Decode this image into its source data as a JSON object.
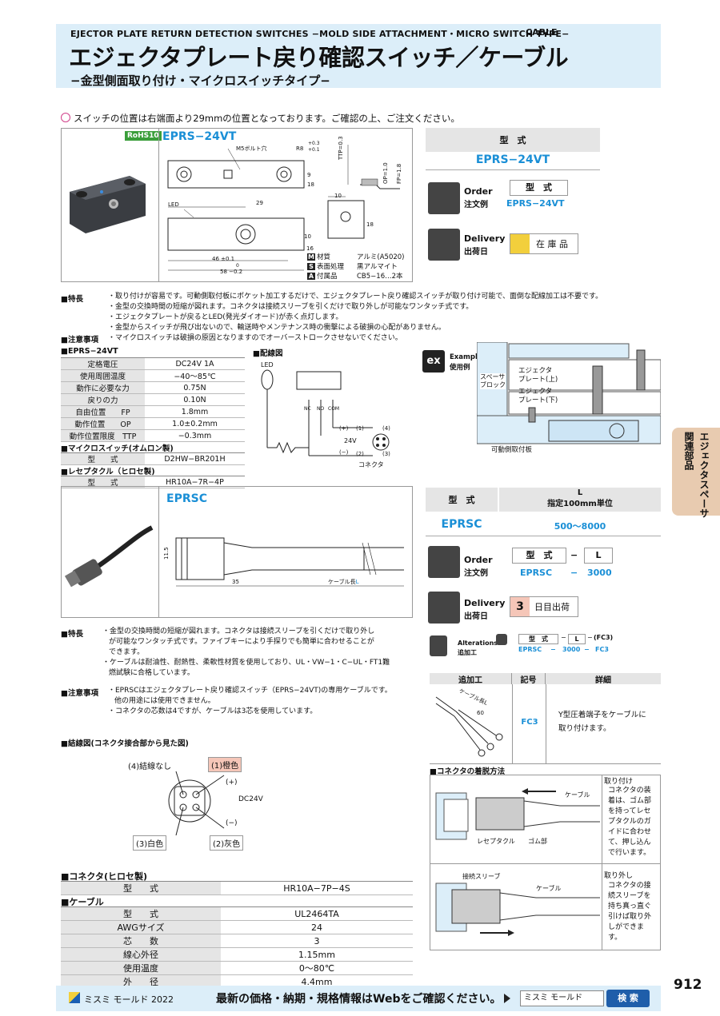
{
  "header": {
    "en_title": "EJECTOR PLATE RETURN DETECTION SWITCHES −MOLD SIDE ATTACHMENT・MICRO SWITCH TYPE−",
    "en_cable": "CABLE",
    "jp_title": "エジェクタプレート戻り確認スイッチ／ケーブル",
    "jp_sub": "−金型側面取り付け・マイクロスイッチタイプ−"
  },
  "note": "スイッチの位置は右端面より29mmの位置となっております。ご確認の上、ご注文ください。",
  "eprs": {
    "rohs": "RoHS10",
    "name": "EPRS−24VT",
    "m5": "M5ボルト穴",
    "r8": "R8",
    "r8tol": "+0.3 +0.1",
    "d9": "9",
    "d18": "18",
    "ttp": "TTP=0.3",
    "op": "OP=1.0",
    "fp": "FP=1.8",
    "d29": "29",
    "led": "LED",
    "d10": "10",
    "d16": "16",
    "d10b": "10",
    "d18b": "18",
    "d46": "46 ±0.1",
    "d58": "58 −0.2",
    "d58sup": "0",
    "mat_rows": [
      {
        "k": "M",
        "l": "材質",
        "v": "アルミ(A5020)"
      },
      {
        "k": "S",
        "l": "表面処理",
        "v": "黒アルマイト"
      },
      {
        "k": "A",
        "l": "付属品",
        "v": "CB5−16…2本"
      }
    ]
  },
  "spec1": {
    "col_title": "型　式",
    "model": "EPRS−24VT",
    "order_label": "Order",
    "order_sub": "注文例",
    "order_head": "型　式",
    "order_val": "EPRS−24VT",
    "delivery_label": "Delivery",
    "delivery_sub": "出荷日",
    "stock": "在 庫 品"
  },
  "features1": {
    "label": "■特長",
    "items": [
      "・取り付けが容易です。可動側取付板にポケット加工するだけで、エジェクタプレート戻り確認スイッチが取り付け可能で、面倒な配線加工は不要です。",
      "・金型の交換時間の短縮が図れます。コネクタは接続スリーブを引くだけで取り外しが可能なワンタッチ式です。",
      "・エジェクタプレートが戻るとLED(発光ダイオード)が赤く点灯します。",
      "・金型からスイッチが飛び出ないので、輸送時やメンテナンス時の衝撃による破損の心配がありません。"
    ],
    "caution_label": "■注意事項",
    "caution": "・マイクロスイッチは破損の原因となりますのでオーバーストロークさせないでください。"
  },
  "spectbl": {
    "title": "■EPRS−24VT",
    "rows": [
      [
        "定格電圧",
        "DC24V 1A"
      ],
      [
        "使用周囲温度",
        "−40〜85℃"
      ],
      [
        "動作に必要な力",
        "0.75N"
      ],
      [
        "戻りの力",
        "0.10N"
      ],
      [
        "自由位置　　FP",
        "1.8mm"
      ],
      [
        "動作位置　　OP",
        "1.0±0.2mm"
      ],
      [
        "動作位置限度　TTP",
        "−0.3mm"
      ]
    ],
    "ms_title": "■マイクロスイッチ(オムロン製)",
    "ms_row": [
      "型　　式",
      "D2HW−BR201H"
    ],
    "rc_title": "■レセプタクル（ヒロセ製)",
    "rc_row": [
      "型　　式",
      "HR10A−7R−4P"
    ]
  },
  "wiring": {
    "title": "■配線図",
    "led": "LED",
    "nc": "NC",
    "no": "NO",
    "com": "COM",
    "plus": "(+)",
    "minus": "(−)",
    "v": "24V",
    "p1": "(1)",
    "p2": "(2)",
    "p3": "(3)",
    "p4": "(4)",
    "conn": "コネクタ"
  },
  "example": {
    "ex": "ex",
    "label": "Example",
    "sub": "使用例",
    "spacer": "スペーサ\nブロック",
    "upper": "エジェクタ\nプレート(上)",
    "lower": "エジェクタ\nプレート(下)",
    "plate": "可動側取付板"
  },
  "side_tab": {
    "l1": "エジェクタスペーサ",
    "l2": "関連部品"
  },
  "eprsc": {
    "name": "EPRSC",
    "d115": "11.5",
    "d35": "35",
    "cable": "ケーブル長",
    "cable_l": "L"
  },
  "spec2": {
    "col1": "型　式",
    "col2_top": "L",
    "col2_sub": "指定100mm単位",
    "model": "EPRSC",
    "range": "500〜8000",
    "order_label": "Order",
    "order_sub": "注文例",
    "oh1": "型　式",
    "oh_dash": "−",
    "oh2": "L",
    "ov1": "EPRSC",
    "ov_dash": "−",
    "ov2": "3000",
    "delivery_label": "Delivery",
    "delivery_sub": "出荷日",
    "days": "3",
    "days_text": "日目出荷",
    "alt_label": "Alterations",
    "alt_sub": "追加工",
    "alt_h1": "型　式",
    "alt_h2": "L",
    "alt_h3": "(FC3)",
    "alt_v1": "EPRSC",
    "alt_v2": "3000",
    "alt_v3": "FC3",
    "alt_dash": "−"
  },
  "features2": {
    "label": "■特長",
    "items": [
      "・金型の交換時間の短縮が図れます。コネクタは接続スリーブを引くだけで取り外し",
      "が可能なワンタッチ式です。ファイブキーにより手探りでも簡単に合わせることが",
      "できます。",
      "・ケーブルは耐油性、耐熱性、柔軟性材質を使用しており、UL・VW−1・C−UL・FT1難",
      "燃試験に合格しています。"
    ],
    "caution_label": "■注意事項",
    "caution": [
      "・EPRSCはエジェクタプレート戻り確認スイッチ（EPRS−24VT)の専用ケーブルです。",
      "他の用途には使用できません。",
      "・コネクタの芯数は4ですが、ケーブルは3芯を使用しています。"
    ]
  },
  "altproc": {
    "h1": "追加工",
    "h2": "記号",
    "h3": "詳細",
    "cable_len": "ケーブル長L",
    "d60": "60",
    "code": "FC3",
    "detail": "Y型圧着端子をケーブルに取り付けます。"
  },
  "connwire": {
    "title": "■結線図(コネクタ接合部から見た図)",
    "c4": "(4)結線なし",
    "c1": "(1)橙色",
    "plus": "(+)",
    "v": "DC24V",
    "minus": "(−)",
    "c3": "(3)白色",
    "c2": "(2)灰色"
  },
  "connmount": {
    "title": "■コネクタの着脱方法",
    "attach_title": "取り付け",
    "attach": "コネクタの装着は、ゴム部を持ってレセプタクルのガイドに合わせて、押し込んで行います。",
    "cable": "ケーブル",
    "recept": "レセプタクル",
    "rubber": "ゴム部",
    "remove_title": "取り外し",
    "remove": "コネクタの接続スリーブを持ち真っ直ぐ引けば取り外しができます。",
    "sleeve": "接続スリーブ",
    "cable2": "ケーブル"
  },
  "bottomtbl": {
    "conn_title": "■コネクタ(ヒロセ製)",
    "conn_row": [
      "型　　式",
      "HR10A−7P−4S"
    ],
    "cable_title": "■ケーブル",
    "rows": [
      [
        "型　　式",
        "UL2464TA"
      ],
      [
        "AWGサイズ",
        "24"
      ],
      [
        "芯　　数",
        "3"
      ],
      [
        "線心外径",
        "1.15mm"
      ],
      [
        "使用温度",
        "0〜80℃"
      ],
      [
        "外　　径",
        "4.4mm"
      ]
    ]
  },
  "footer": {
    "brand": "ミスミ モールド 2022",
    "msg": "最新の価格・納期・規格情報はWebをご確認ください。",
    "search_val": "ミスミ モールド",
    "search_btn": "検 索",
    "page": "912"
  },
  "colors": {
    "accent": "#1a8fd6",
    "header_bg": "#dceef9",
    "tab": "#e8cbb0",
    "days_bg": "#f5c6b8"
  }
}
